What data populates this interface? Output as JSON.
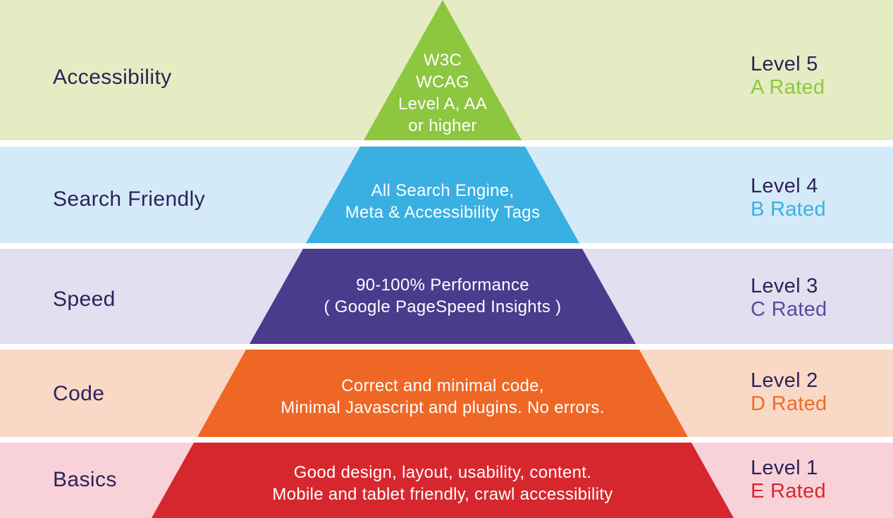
{
  "accent_navy": "#2b2358",
  "levels": [
    {
      "category": "Accessibility",
      "level": "Level 5",
      "rating": "A Rated",
      "lines": [
        "W3C",
        "WCAG",
        "Level A, AA",
        "or higher"
      ],
      "colors": {
        "band": "#e5ecc4",
        "shape": "#8dc63f",
        "rating": "#8dc63f"
      }
    },
    {
      "category": "Search Friendly",
      "level": "Level 4",
      "rating": "B Rated",
      "lines": [
        "All Search Engine,",
        "Meta & Accessibility Tags"
      ],
      "colors": {
        "band": "#d5eaf8",
        "shape": "#3ab0e2",
        "rating": "#3ab0e2"
      }
    },
    {
      "category": "Speed",
      "level": "Level 3",
      "rating": "C Rated",
      "lines": [
        "90-100% Performance",
        "( Google PageSpeed Insights )"
      ],
      "colors": {
        "band": "#e3def0",
        "shape": "#4a3b8d",
        "rating": "#5b4a9e"
      }
    },
    {
      "category": "Code",
      "level": "Level 2",
      "rating": "D Rated",
      "lines": [
        "Correct and minimal code,",
        "Minimal Javascript and plugins. No errors."
      ],
      "colors": {
        "band": "#fad8c6",
        "shape": "#ef6724",
        "rating": "#ef6c26"
      }
    },
    {
      "category": "Basics",
      "level": "Level 1",
      "rating": "E Rated",
      "lines": [
        "Good design, layout, usability, content.",
        "Mobile and tablet friendly, crawl accessibility"
      ],
      "colors": {
        "band": "#f9d2d9",
        "shape": "#d7272e",
        "rating": "#d8272f"
      }
    }
  ]
}
